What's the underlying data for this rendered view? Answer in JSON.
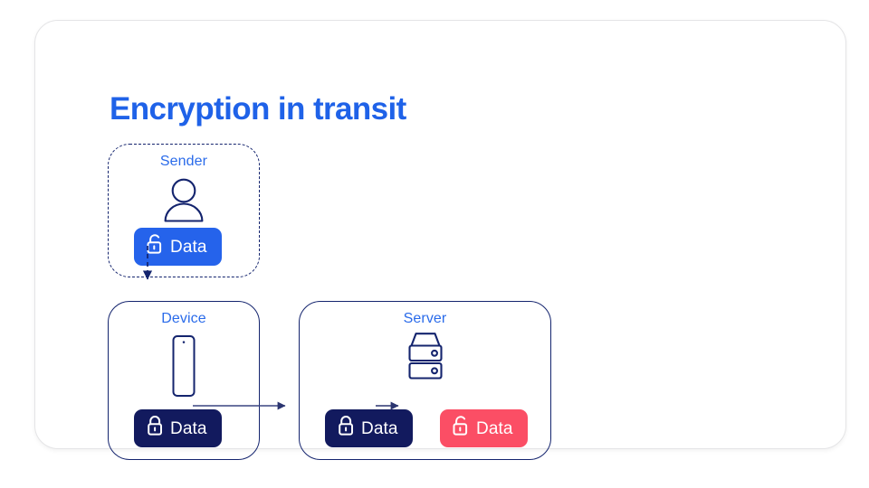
{
  "diagram": {
    "title": "Encryption in transit",
    "accent_blue": "#2563eb",
    "navy": "#121a5e",
    "red": "#fb4e65",
    "label_blue": "#2a6bea",
    "card_background": "#ffffff",
    "groups": [
      {
        "id": "sender",
        "label": "Sender",
        "border_style": "dashed",
        "icon": "person-icon",
        "pills": [
          {
            "id": "sender-data",
            "label": "Data",
            "lock_state": "unlocked",
            "color": "#2563eb"
          }
        ]
      },
      {
        "id": "device",
        "label": "Device",
        "border_style": "solid",
        "icon": "phone-icon",
        "pills": [
          {
            "id": "device-data",
            "label": "Data",
            "lock_state": "locked",
            "color": "#121a5e"
          }
        ]
      },
      {
        "id": "server",
        "label": "Server",
        "border_style": "solid",
        "icon": "server-icon",
        "pills": [
          {
            "id": "server-data-locked",
            "label": "Data",
            "lock_state": "locked",
            "color": "#121a5e"
          },
          {
            "id": "server-data-unlocked",
            "label": "Data",
            "lock_state": "unlocked",
            "color": "#fb4e65"
          }
        ]
      }
    ],
    "connectors": [
      {
        "id": "sender-to-device",
        "from": "sender-data",
        "to": "device",
        "style": "dashed",
        "direction": "down"
      },
      {
        "id": "device-to-server",
        "from": "device-data",
        "to": "server-data-locked",
        "style": "solid",
        "direction": "right"
      },
      {
        "id": "server-decrypt",
        "from": "server-data-locked",
        "to": "server-data-unlocked",
        "style": "solid",
        "direction": "right"
      }
    ]
  }
}
